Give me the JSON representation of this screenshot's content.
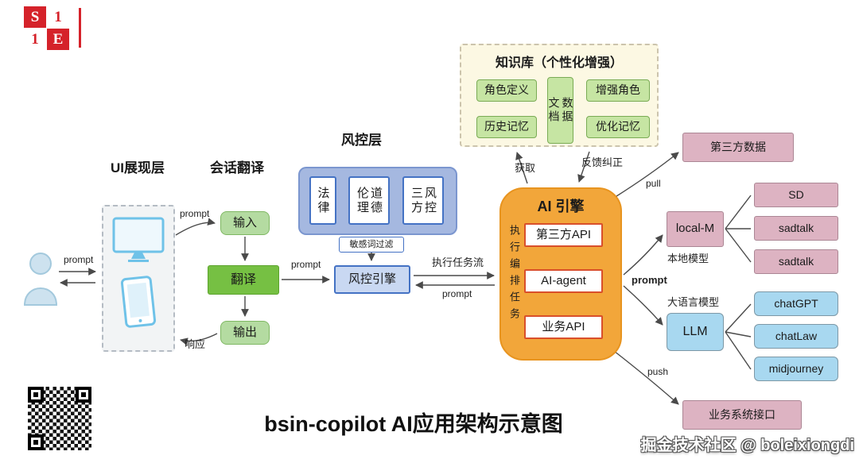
{
  "logo": {
    "c1": "S",
    "c2": "1",
    "c3": "1",
    "c4": "E"
  },
  "ui_layer": {
    "title": "UI展现层"
  },
  "session": {
    "title": "会话翻译",
    "input": "输入",
    "translate": "翻译",
    "output": "输出"
  },
  "risk": {
    "title": "风控层",
    "law": "法律",
    "ethics": "伦理道德",
    "third_party": "三方风控",
    "filter": "敏感词过滤",
    "engine": "风控引擎"
  },
  "knowledge": {
    "title": "知识库（个性化增强）",
    "role_def": "角色定义",
    "doc_data": "文档数据",
    "enhance_role": "增强角色",
    "history_mem": "历史记忆",
    "opt_mem": "优化记忆"
  },
  "ai_engine": {
    "title": "AI 引擎",
    "orchestration": "执行编排任务",
    "third_api": "第三方API",
    "agent": "AI-agent",
    "business_api": "业务API"
  },
  "integrations": {
    "third_party_data": "第三方数据",
    "local_model": "local-M",
    "local_model_label": "本地模型",
    "sd": "SD",
    "sadtalk_1": "sadtalk",
    "sadtalk_2": "sadtalk",
    "llm": "LLM",
    "llm_label": "大语言模型",
    "chatgpt": "chatGPT",
    "chatlaw": "chatLaw",
    "midjourney": "midjourney",
    "business_interface": "业务系统接口"
  },
  "edges": {
    "prompt_person": "prompt",
    "prompt_ui_to_input": "prompt",
    "response": "响应",
    "prompt_translate_to_engine": "prompt",
    "exec_task_flow": "执行任务流",
    "prompt_engine_back": "prompt",
    "fetch": "获取",
    "feedback_correct": "反馈纠正",
    "pull": "pull",
    "prompt_to_llm": "prompt",
    "push": "push"
  },
  "footer": {
    "title": "bsin-copilot AI应用架构示意图",
    "watermark": "掘金技术社区 @ boleixiongdi"
  },
  "colors": {
    "brand_red": "#d5222a",
    "ai_orange": "#f2a63a",
    "api_border_red": "#d94f2b",
    "green_solid": "#76c043",
    "green_light": "#c6e5a3",
    "risk_periwinkle": "#a5b8e0",
    "risk_box_blue": "#4472c4",
    "pink": "#ddb3c2",
    "blue_light": "#a8d8f0",
    "kb_yellow": "#fcf8e3"
  }
}
